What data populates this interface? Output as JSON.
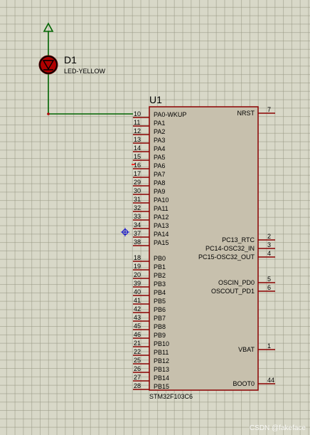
{
  "colors": {
    "background": "#d8d8c8",
    "body_fill": "#c7c0ad",
    "body_border": "#8b0000",
    "pin": "#8b0000",
    "wire": "#006400",
    "text": "#000000",
    "cursor": "#0000cc",
    "led": "#b00000"
  },
  "diode": {
    "ref": "D1",
    "value": "LED-YELLOW"
  },
  "chip": {
    "ref": "U1",
    "part": "STM32F103C6",
    "left_pins": [
      {
        "num": "10",
        "name": "PA0-WKUP"
      },
      {
        "num": "11",
        "name": "PA1"
      },
      {
        "num": "12",
        "name": "PA2"
      },
      {
        "num": "13",
        "name": "PA3"
      },
      {
        "num": "14",
        "name": "PA4"
      },
      {
        "num": "15",
        "name": "PA5"
      },
      {
        "num": "16",
        "name": "PA6"
      },
      {
        "num": "17",
        "name": "PA7"
      },
      {
        "num": "29",
        "name": "PA8"
      },
      {
        "num": "30",
        "name": "PA9"
      },
      {
        "num": "31",
        "name": "PA10"
      },
      {
        "num": "32",
        "name": "PA11"
      },
      {
        "num": "33",
        "name": "PA12"
      },
      {
        "num": "34",
        "name": "PA13"
      },
      {
        "num": "37",
        "name": "PA14"
      },
      {
        "num": "38",
        "name": "PA15"
      },
      {
        "num": "18",
        "name": "PB0"
      },
      {
        "num": "19",
        "name": "PB1"
      },
      {
        "num": "20",
        "name": "PB2"
      },
      {
        "num": "39",
        "name": "PB3"
      },
      {
        "num": "40",
        "name": "PB4"
      },
      {
        "num": "41",
        "name": "PB5"
      },
      {
        "num": "42",
        "name": "PB6"
      },
      {
        "num": "43",
        "name": "PB7"
      },
      {
        "num": "45",
        "name": "PB8"
      },
      {
        "num": "46",
        "name": "PB9"
      },
      {
        "num": "21",
        "name": "PB10"
      },
      {
        "num": "22",
        "name": "PB11"
      },
      {
        "num": "25",
        "name": "PB12"
      },
      {
        "num": "26",
        "name": "PB13"
      },
      {
        "num": "27",
        "name": "PB14"
      },
      {
        "num": "28",
        "name": "PB15"
      }
    ],
    "right_pins": [
      {
        "num": "7",
        "name": "NRST"
      },
      {
        "num": "2",
        "name": "PC13_RTC"
      },
      {
        "num": "3",
        "name": "PC14-OSC32_IN"
      },
      {
        "num": "4",
        "name": "PC15-OSC32_OUT"
      },
      {
        "num": "5",
        "name": "OSCIN_PD0"
      },
      {
        "num": "6",
        "name": "OSCOUT_PD1"
      },
      {
        "num": "1",
        "name": "VBAT"
      },
      {
        "num": "44",
        "name": "BOOT0"
      }
    ]
  },
  "watermark": "CSDN @fakeface"
}
